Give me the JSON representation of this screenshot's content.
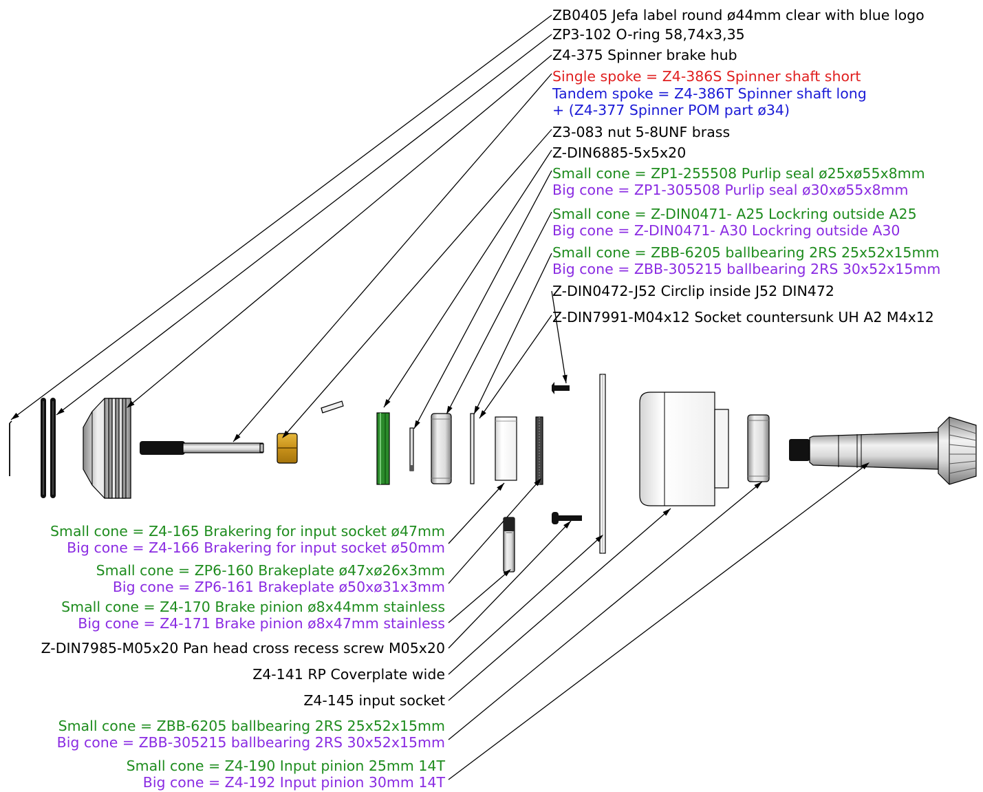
{
  "colors": {
    "text": "#000000",
    "single": "#e02020",
    "tandem": "#1a1ad6",
    "small_cone": "#1e8c1e",
    "big_cone": "#8a2be2"
  },
  "labels": {
    "top": [
      "ZB0405 Jefa label round ø44mm clear with blue logo",
      "ZP3-102 O-ring 58,74x3,35",
      "Z4-375 Spinner brake hub",
      "Single spoke = Z4-386S Spinner shaft short",
      "Tandem spoke = Z4-386T Spinner shaft long",
      "+ (Z4-377 Spinner POM part ø34)",
      "Z3-083 nut 5-8UNF brass",
      "Z-DIN6885-5x5x20",
      "Small cone = ZP1-255508 Purlip seal ø25xø55x8mm",
      "Big cone = ZP1-305508 Purlip seal ø30xø55x8mm",
      "Small cone = Z-DIN0471- A25 Lockring outside A25",
      "Big cone = Z-DIN0471- A30 Lockring outside A30",
      "Small cone = ZBB-6205 ballbearing 2RS 25x52x15mm",
      "Big cone = ZBB-305215 ballbearing 2RS 30x52x15mm",
      "Z-DIN0472-J52 Circlip inside J52 DIN472",
      "Z-DIN7991-M04x12 Socket countersunk UH A2 M4x12"
    ],
    "bottom": [
      "Small cone = Z4-165 Brakering for input socket ø47mm",
      "Big cone = Z4-166 Brakering for input socket ø50mm",
      "Small cone = ZP6-160 Brakeplate ø47xø26x3mm",
      "Big cone = ZP6-161 Brakeplate ø50xø31x3mm",
      "Small cone = Z4-170 Brake pinion ø8x44mm stainless",
      "Big cone = Z4-171 Brake pinion ø8x47mm stainless",
      "Z-DIN7985-M05x20 Pan head cross recess screw M05x20",
      "Z4-141 RP Coverplate wide",
      "Z4-145 input socket",
      "Small cone = ZBB-6205 ballbearing 2RS 25x52x15mm",
      "Big cone = ZBB-305215 ballbearing 2RS 30x52x15mm",
      "Small cone = Z4-190 Input pinion 25mm 14T",
      "Big cone = Z4-192 Input pinion 30mm 14T"
    ]
  }
}
